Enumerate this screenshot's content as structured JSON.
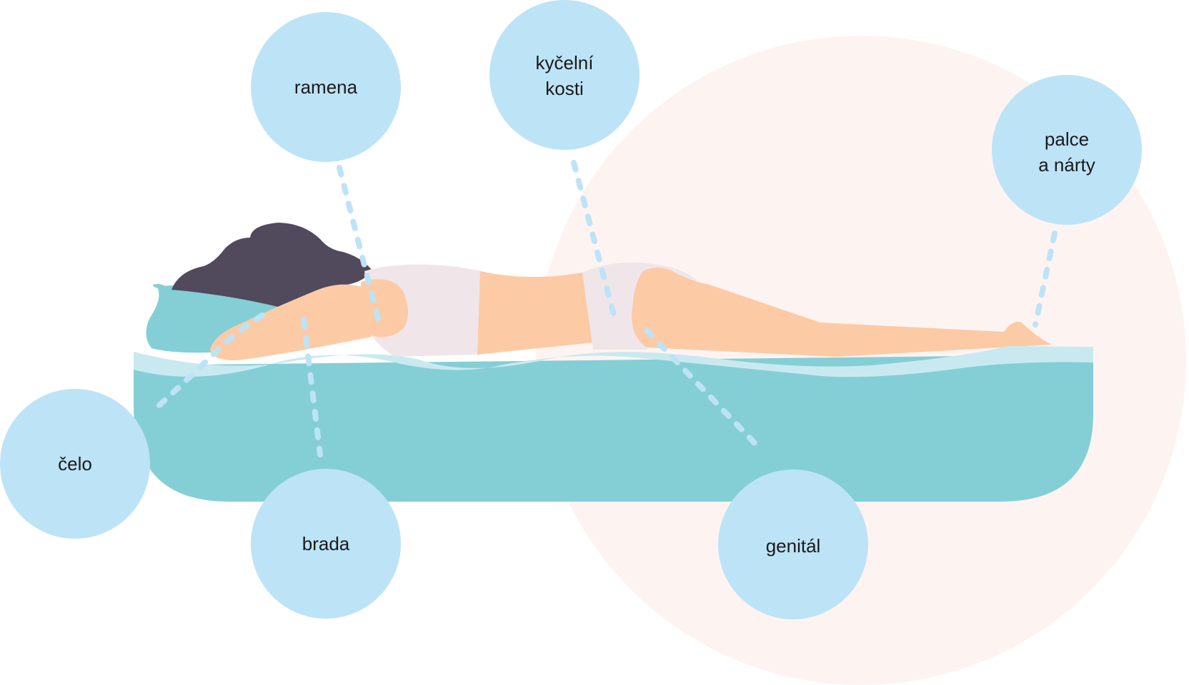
{
  "colors": {
    "background_circle": "#fdf4f2",
    "mattress": "#84cfd5",
    "mattress_top": "#c9e9f0",
    "label_circle": "#bde3f6",
    "leader_line": "#bde3f6",
    "hair": "#51495c",
    "pillow": "#84cfd5",
    "skin": "#fdcaa6",
    "clothing": "#f0e6e9",
    "text": "#1a1a1a"
  },
  "labels": {
    "ramena": [
      "ramena"
    ],
    "kycelni_kosti": [
      "kyčelní",
      "kosti"
    ],
    "palce_a_narty": [
      "palce",
      "a nárty"
    ],
    "celo": [
      "čelo"
    ],
    "brada": [
      "brada"
    ],
    "genital": [
      "genitál"
    ]
  }
}
